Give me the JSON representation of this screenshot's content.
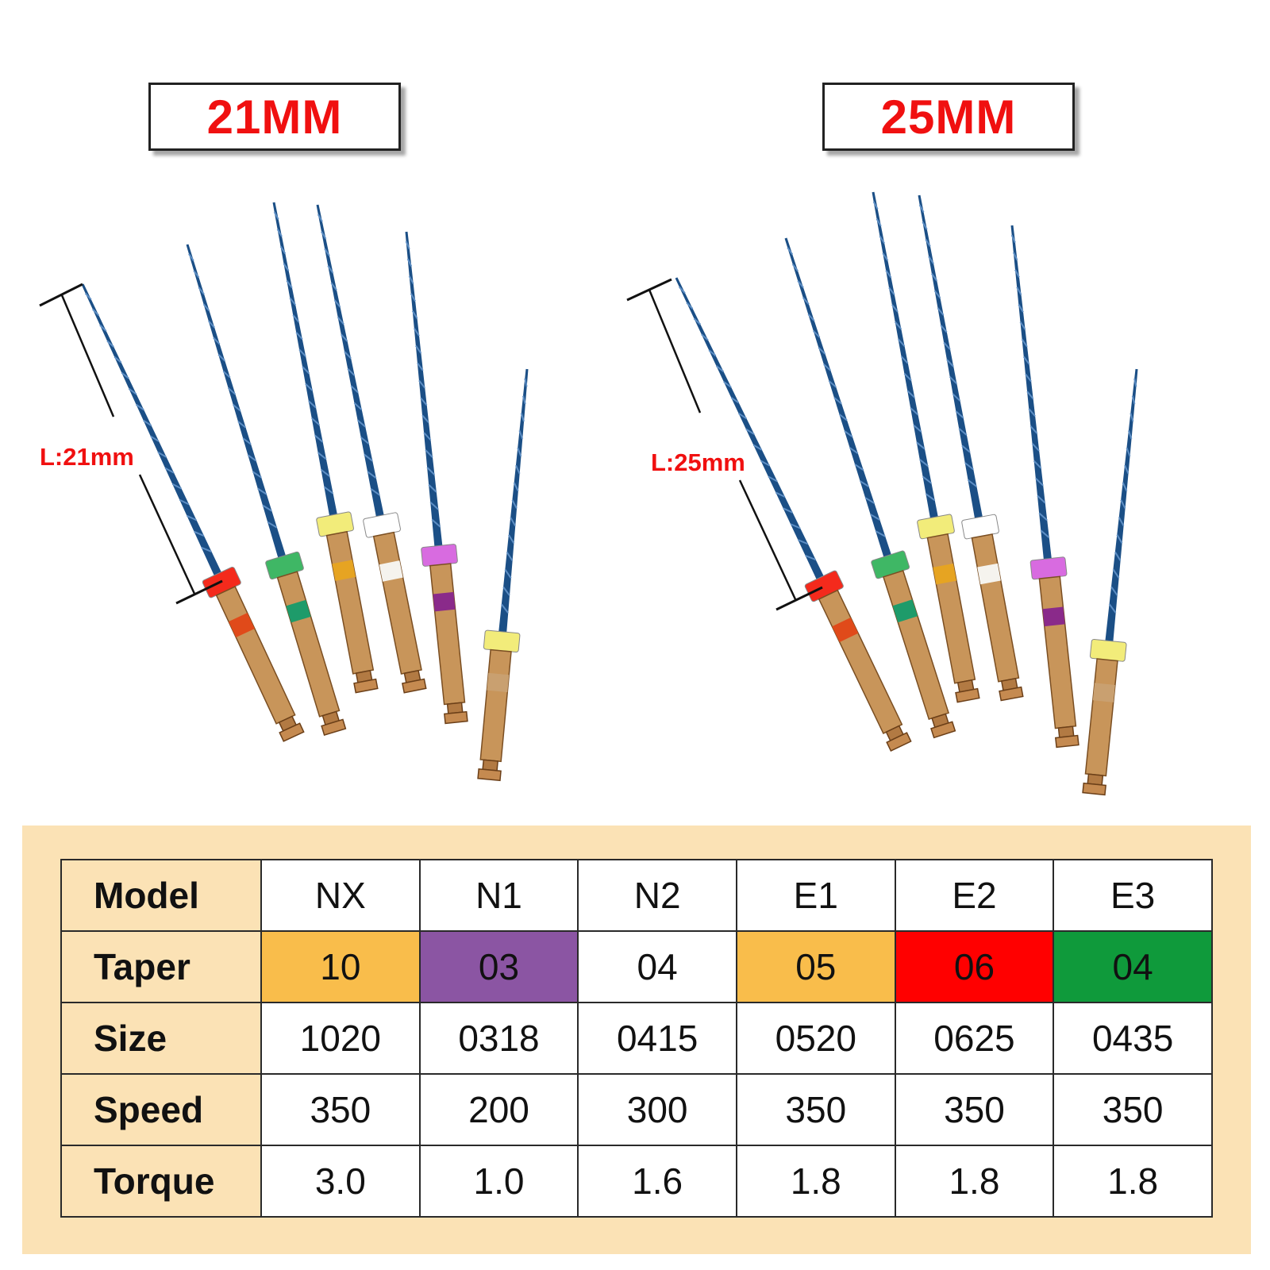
{
  "variants": [
    {
      "box_label": "21MM",
      "length_label": "L:21mm"
    },
    {
      "box_label": "25MM",
      "length_label": "L:25mm"
    }
  ],
  "files": {
    "stopper_colors": [
      "#f42a1c",
      "#3fb765",
      "#f2ec7a",
      "#ffffff",
      "#d86be0",
      "#f2ec7a"
    ],
    "band_colors": [
      "#e04a1a",
      "#1e9b6a",
      "#e6a422",
      "#f5f3ee",
      "#8a2a8a",
      "#c9a070"
    ],
    "shaft_color": "#1b4f86",
    "handle_color": "#c8955a"
  },
  "spec_table": {
    "row_headers": [
      "Model",
      "Taper",
      "Size",
      "Speed",
      "Torque"
    ],
    "models": [
      "NX",
      "N1",
      "N2",
      "E1",
      "E2",
      "E3"
    ],
    "taper": [
      "10",
      "03",
      "04",
      "05",
      "06",
      "04"
    ],
    "taper_colors": [
      "#f9bd4b",
      "#8b55a3",
      "#ffffff",
      "#f9bd4b",
      "#ff0000",
      "#0f9a3b"
    ],
    "size": [
      "1020",
      "0318",
      "0415",
      "0520",
      "0625",
      "0435"
    ],
    "speed": [
      "350",
      "200",
      "300",
      "350",
      "350",
      "350"
    ],
    "torque": [
      "3.0",
      "1.0",
      "1.6",
      "1.8",
      "1.8",
      "1.8"
    ],
    "header_bg": "#fbe2b5"
  }
}
